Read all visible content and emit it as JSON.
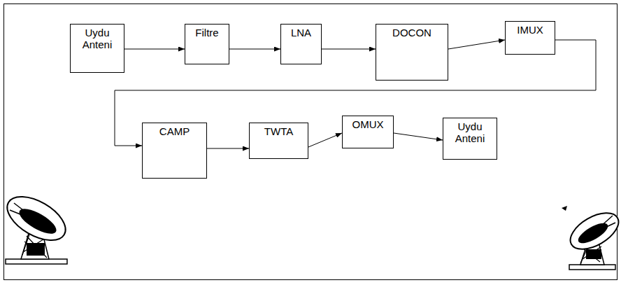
{
  "diagram": {
    "nodes": [
      {
        "text": [
          "Uydu Anteni"
        ]
      },
      {
        "text": [
          "Filtre"
        ]
      },
      {
        "text": [
          "LNA"
        ]
      },
      {
        "text": [
          "DOCON"
        ]
      },
      {
        "text": [
          "IMUX"
        ]
      },
      {
        "text": [
          "CAMP"
        ]
      },
      {
        "text": [
          "TWTA"
        ]
      },
      {
        "text": [
          "OMUX"
        ]
      },
      {
        "text": [
          "Uydu Anteni"
        ]
      }
    ],
    "edges": [
      {
        "from": 0,
        "to": 1,
        "arrow": "to"
      },
      {
        "from": 1,
        "to": 2,
        "arrow": "to"
      },
      {
        "from": 2,
        "to": 3,
        "arrow": "to"
      },
      {
        "from": 3,
        "to": 4,
        "arrow": "to"
      },
      {
        "from": 4,
        "to": 5,
        "arrow": "to"
      },
      {
        "from": 5,
        "to": 6,
        "arrow": "to"
      },
      {
        "from": 6,
        "to": 7,
        "arrow": "to"
      },
      {
        "from": 7,
        "to": 8,
        "arrow": "to"
      }
    ]
  }
}
